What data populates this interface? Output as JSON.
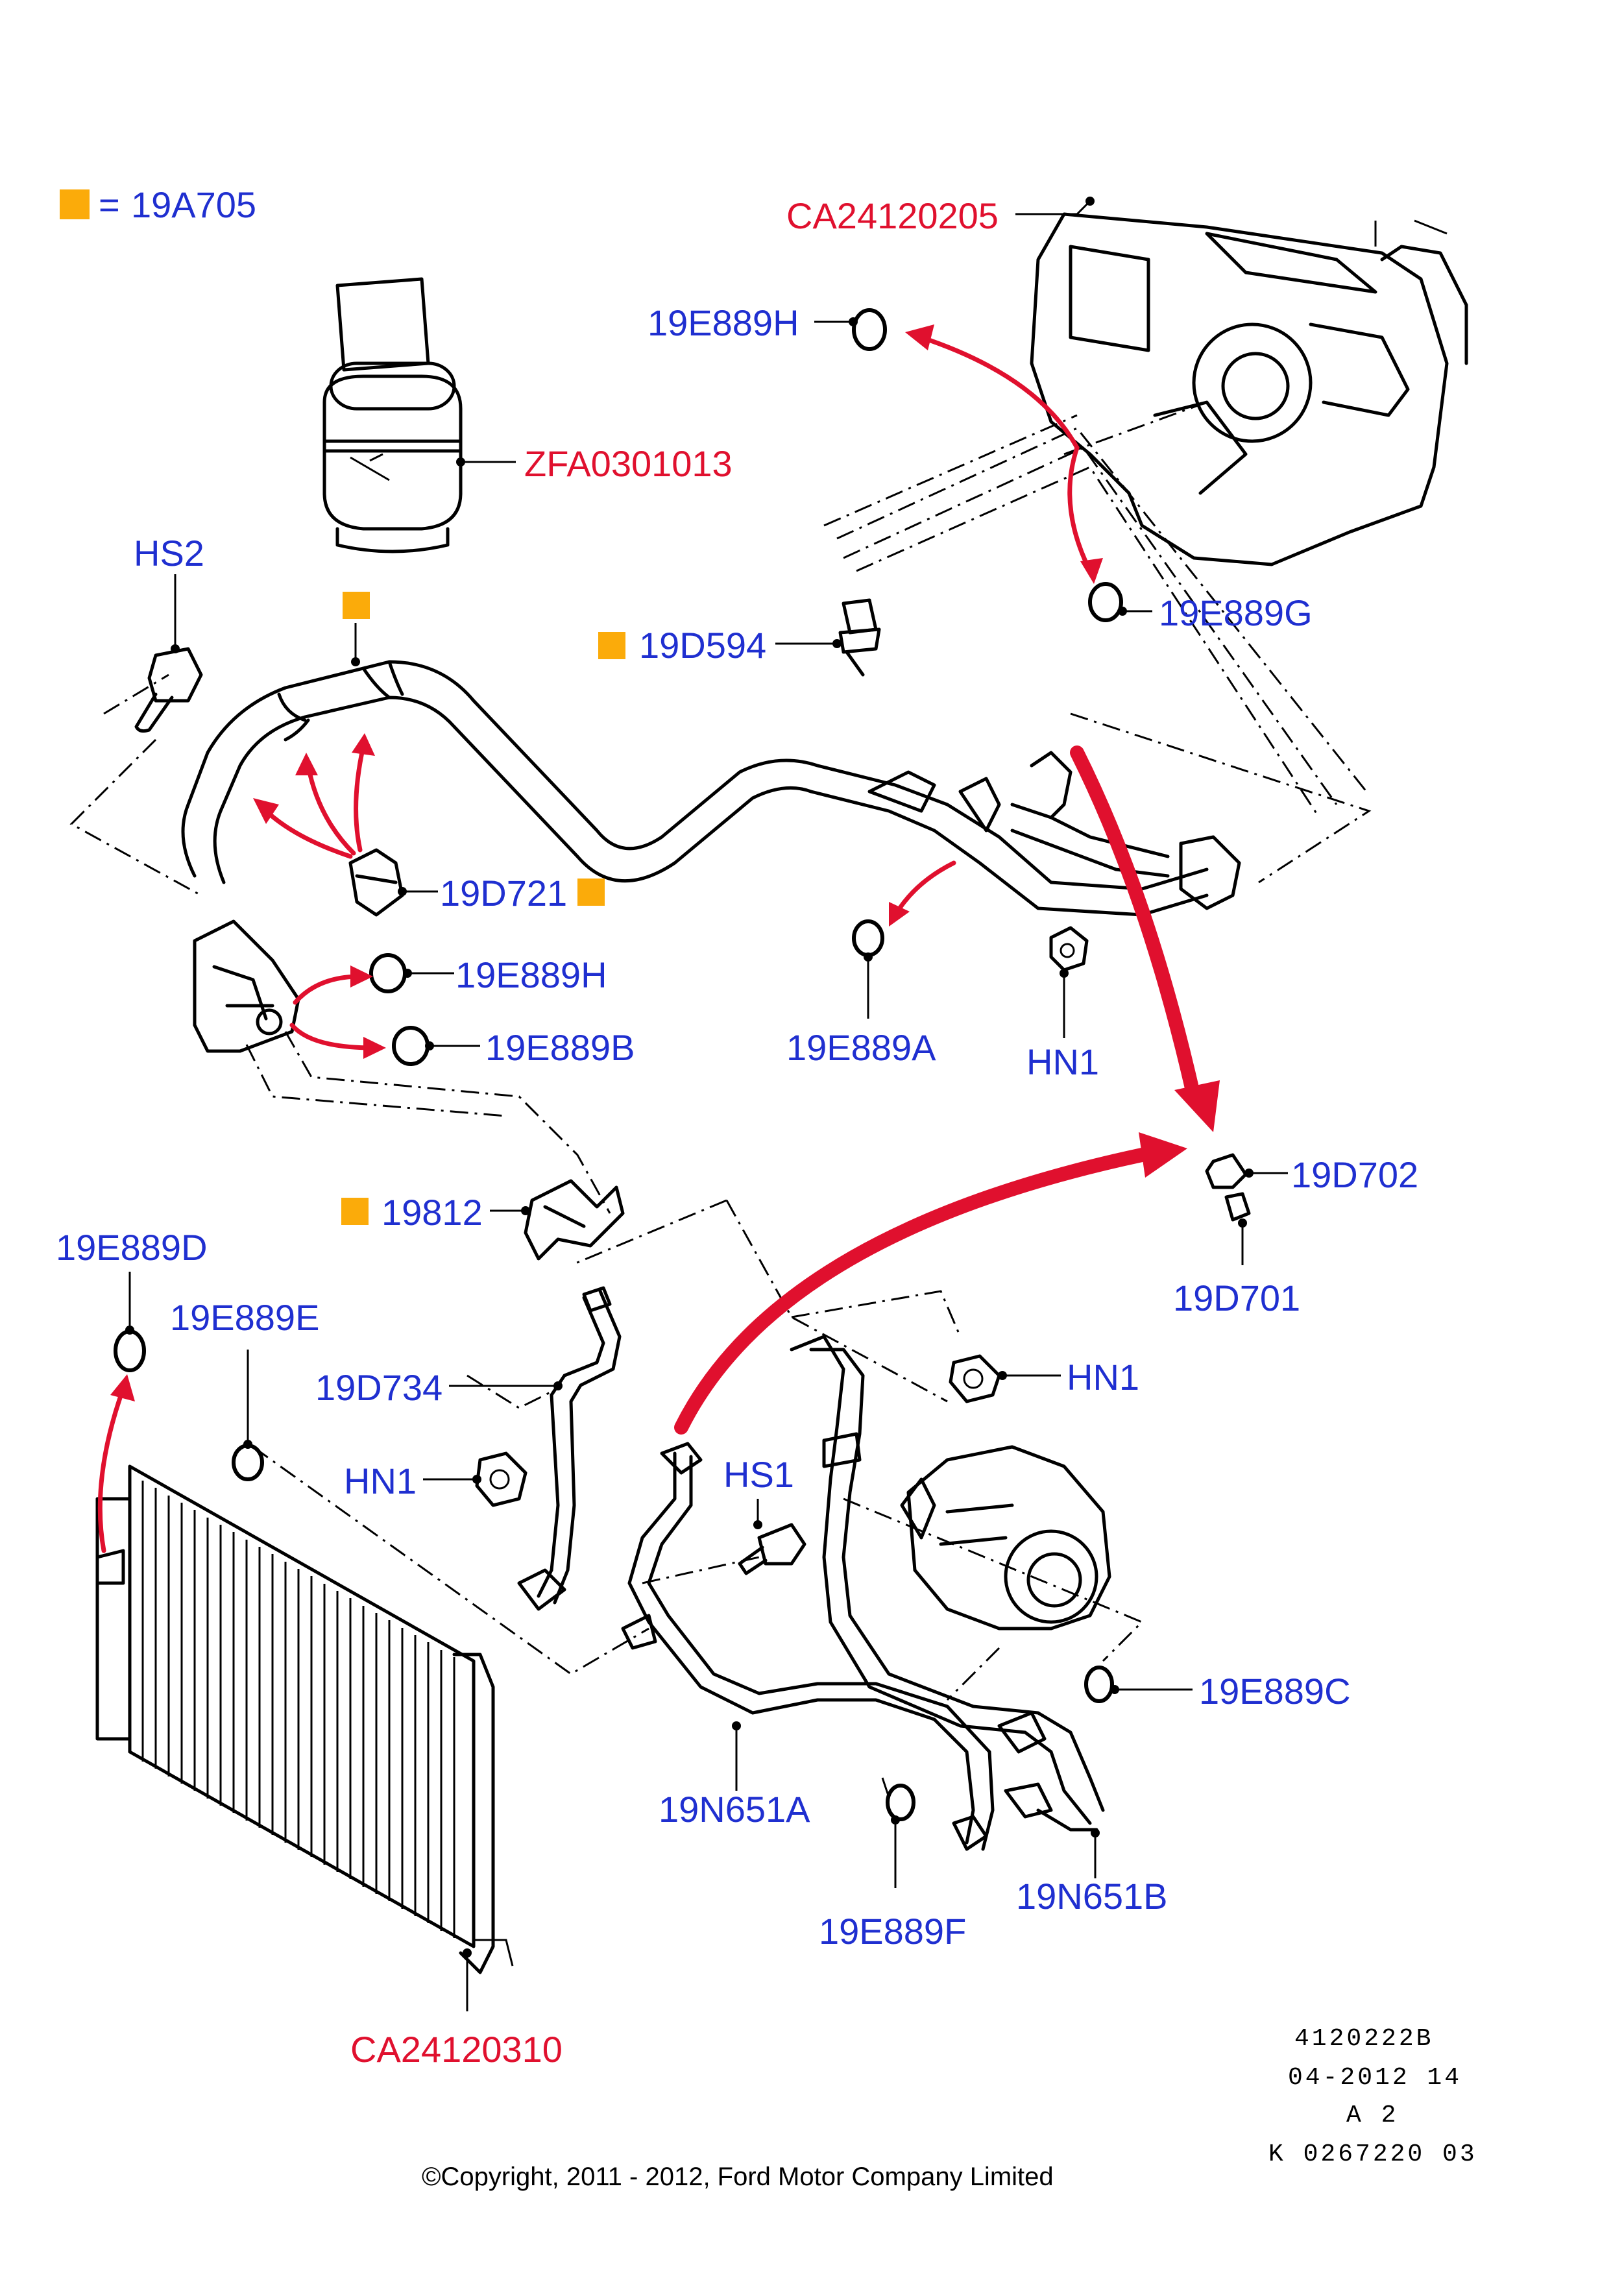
{
  "legend": {
    "marker_color": "#fbab0a",
    "equals": "=",
    "part": "19A705"
  },
  "colors": {
    "blue_label": "#1f2fd0",
    "red_label": "#e0102e",
    "arrow": "#e0102e",
    "marker": "#fbab0a"
  },
  "labels": {
    "ca24120205": "CA24120205",
    "e889h_top": "19E889H",
    "zfa0301013": "ZFA0301013",
    "hs2": "HS2",
    "d594": "19D594",
    "e889g": "19E889G",
    "d721": "19D721",
    "e889h_mid": "19E889H",
    "e889b": "19E889B",
    "e889a": "19E889A",
    "hn1_top": "HN1",
    "d702": "19D702",
    "d701": "19D701",
    "p19812": "19812",
    "e889d": "19E889D",
    "e889e": "19E889E",
    "d734": "19D734",
    "hn1_mid": "HN1",
    "hn1_left": "HN1",
    "hs1": "HS1",
    "e889c": "19E889C",
    "n651a": "19N651A",
    "e889f": "19E889F",
    "n651b": "19N651B",
    "ca24120310": "CA24120310"
  },
  "meta": {
    "line1": "4120222B",
    "line2": "04-2012 14",
    "line3": "A 2",
    "line4": "K 0267220 03"
  },
  "copyright": "©Copyright, 2011 - 2012, Ford Motor Company Limited"
}
